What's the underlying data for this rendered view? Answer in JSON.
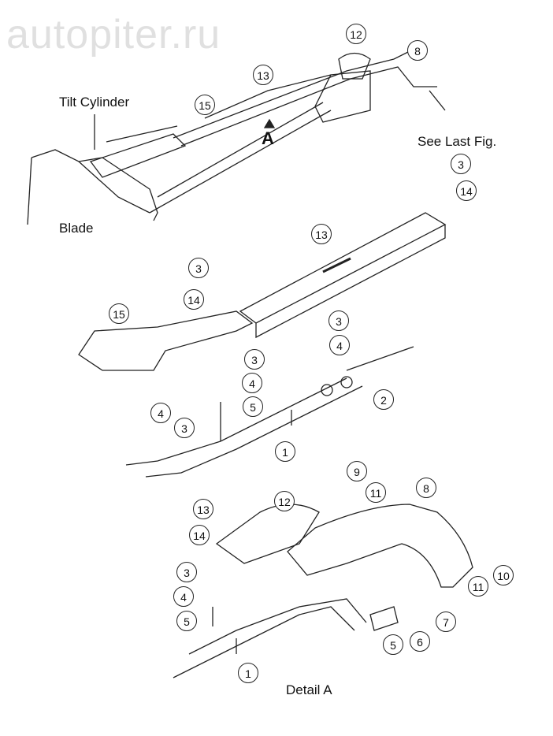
{
  "labels": {
    "tilt_cylinder": "Tilt Cylinder",
    "see_last_fig": "See Last Fig.",
    "blade": "Blade",
    "view_marker": "A",
    "detail_a": "Detail A"
  },
  "watermark": "autopiter.ru",
  "callouts": [
    {
      "id": "c1",
      "num": "12"
    },
    {
      "id": "c2",
      "num": "8"
    },
    {
      "id": "c3",
      "num": "13"
    },
    {
      "id": "c4",
      "num": "15"
    },
    {
      "id": "c5",
      "num": "3"
    },
    {
      "id": "c6",
      "num": "14"
    },
    {
      "id": "c7",
      "num": "13"
    },
    {
      "id": "c8",
      "num": "3"
    },
    {
      "id": "c9",
      "num": "14"
    },
    {
      "id": "c10",
      "num": "15"
    },
    {
      "id": "c11",
      "num": "3"
    },
    {
      "id": "c12",
      "num": "4"
    },
    {
      "id": "c13",
      "num": "3"
    },
    {
      "id": "c14",
      "num": "4"
    },
    {
      "id": "c15",
      "num": "5"
    },
    {
      "id": "c16",
      "num": "2"
    },
    {
      "id": "c17",
      "num": "4"
    },
    {
      "id": "c18",
      "num": "3"
    },
    {
      "id": "c19",
      "num": "1"
    },
    {
      "id": "c20",
      "num": "9"
    },
    {
      "id": "c21",
      "num": "12"
    },
    {
      "id": "c22",
      "num": "11"
    },
    {
      "id": "c23",
      "num": "8"
    },
    {
      "id": "c24",
      "num": "13"
    },
    {
      "id": "c25",
      "num": "14"
    },
    {
      "id": "c26",
      "num": "3"
    },
    {
      "id": "c27",
      "num": "4"
    },
    {
      "id": "c28",
      "num": "5"
    },
    {
      "id": "c29",
      "num": "11"
    },
    {
      "id": "c30",
      "num": "10"
    },
    {
      "id": "c31",
      "num": "7"
    },
    {
      "id": "c32",
      "num": "6"
    },
    {
      "id": "c33",
      "num": "5"
    },
    {
      "id": "c34",
      "num": "1"
    }
  ]
}
